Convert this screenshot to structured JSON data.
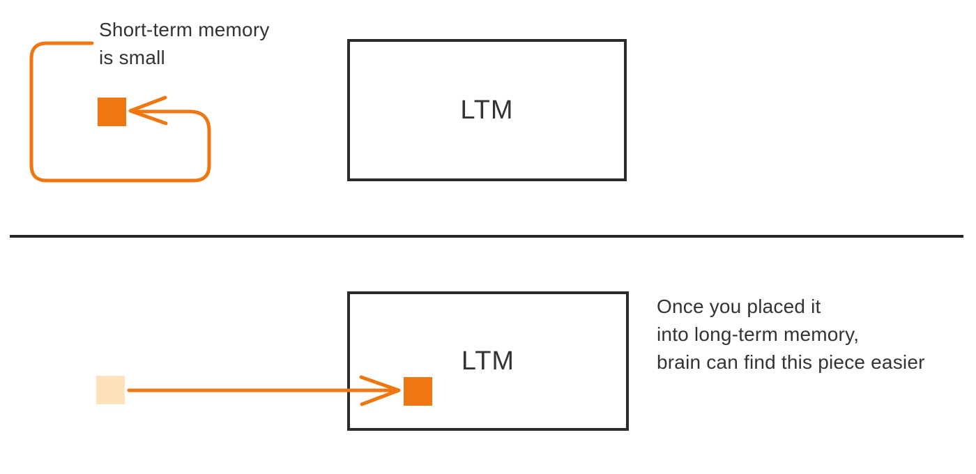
{
  "colors": {
    "orange": "#EE7712",
    "pale_orange": "#FCE3BD",
    "ink": "#333333",
    "box_border": "#2B2B2B",
    "divider": "#262626"
  },
  "top_section": {
    "caption_lines": [
      "Short-term memory",
      "is small"
    ],
    "ltm_box_label": "LTM"
  },
  "bottom_section": {
    "ltm_box_label": "LTM",
    "caption_lines": [
      "Once you placed it",
      "into long-term memory,",
      "brain can find this piece easier"
    ]
  }
}
